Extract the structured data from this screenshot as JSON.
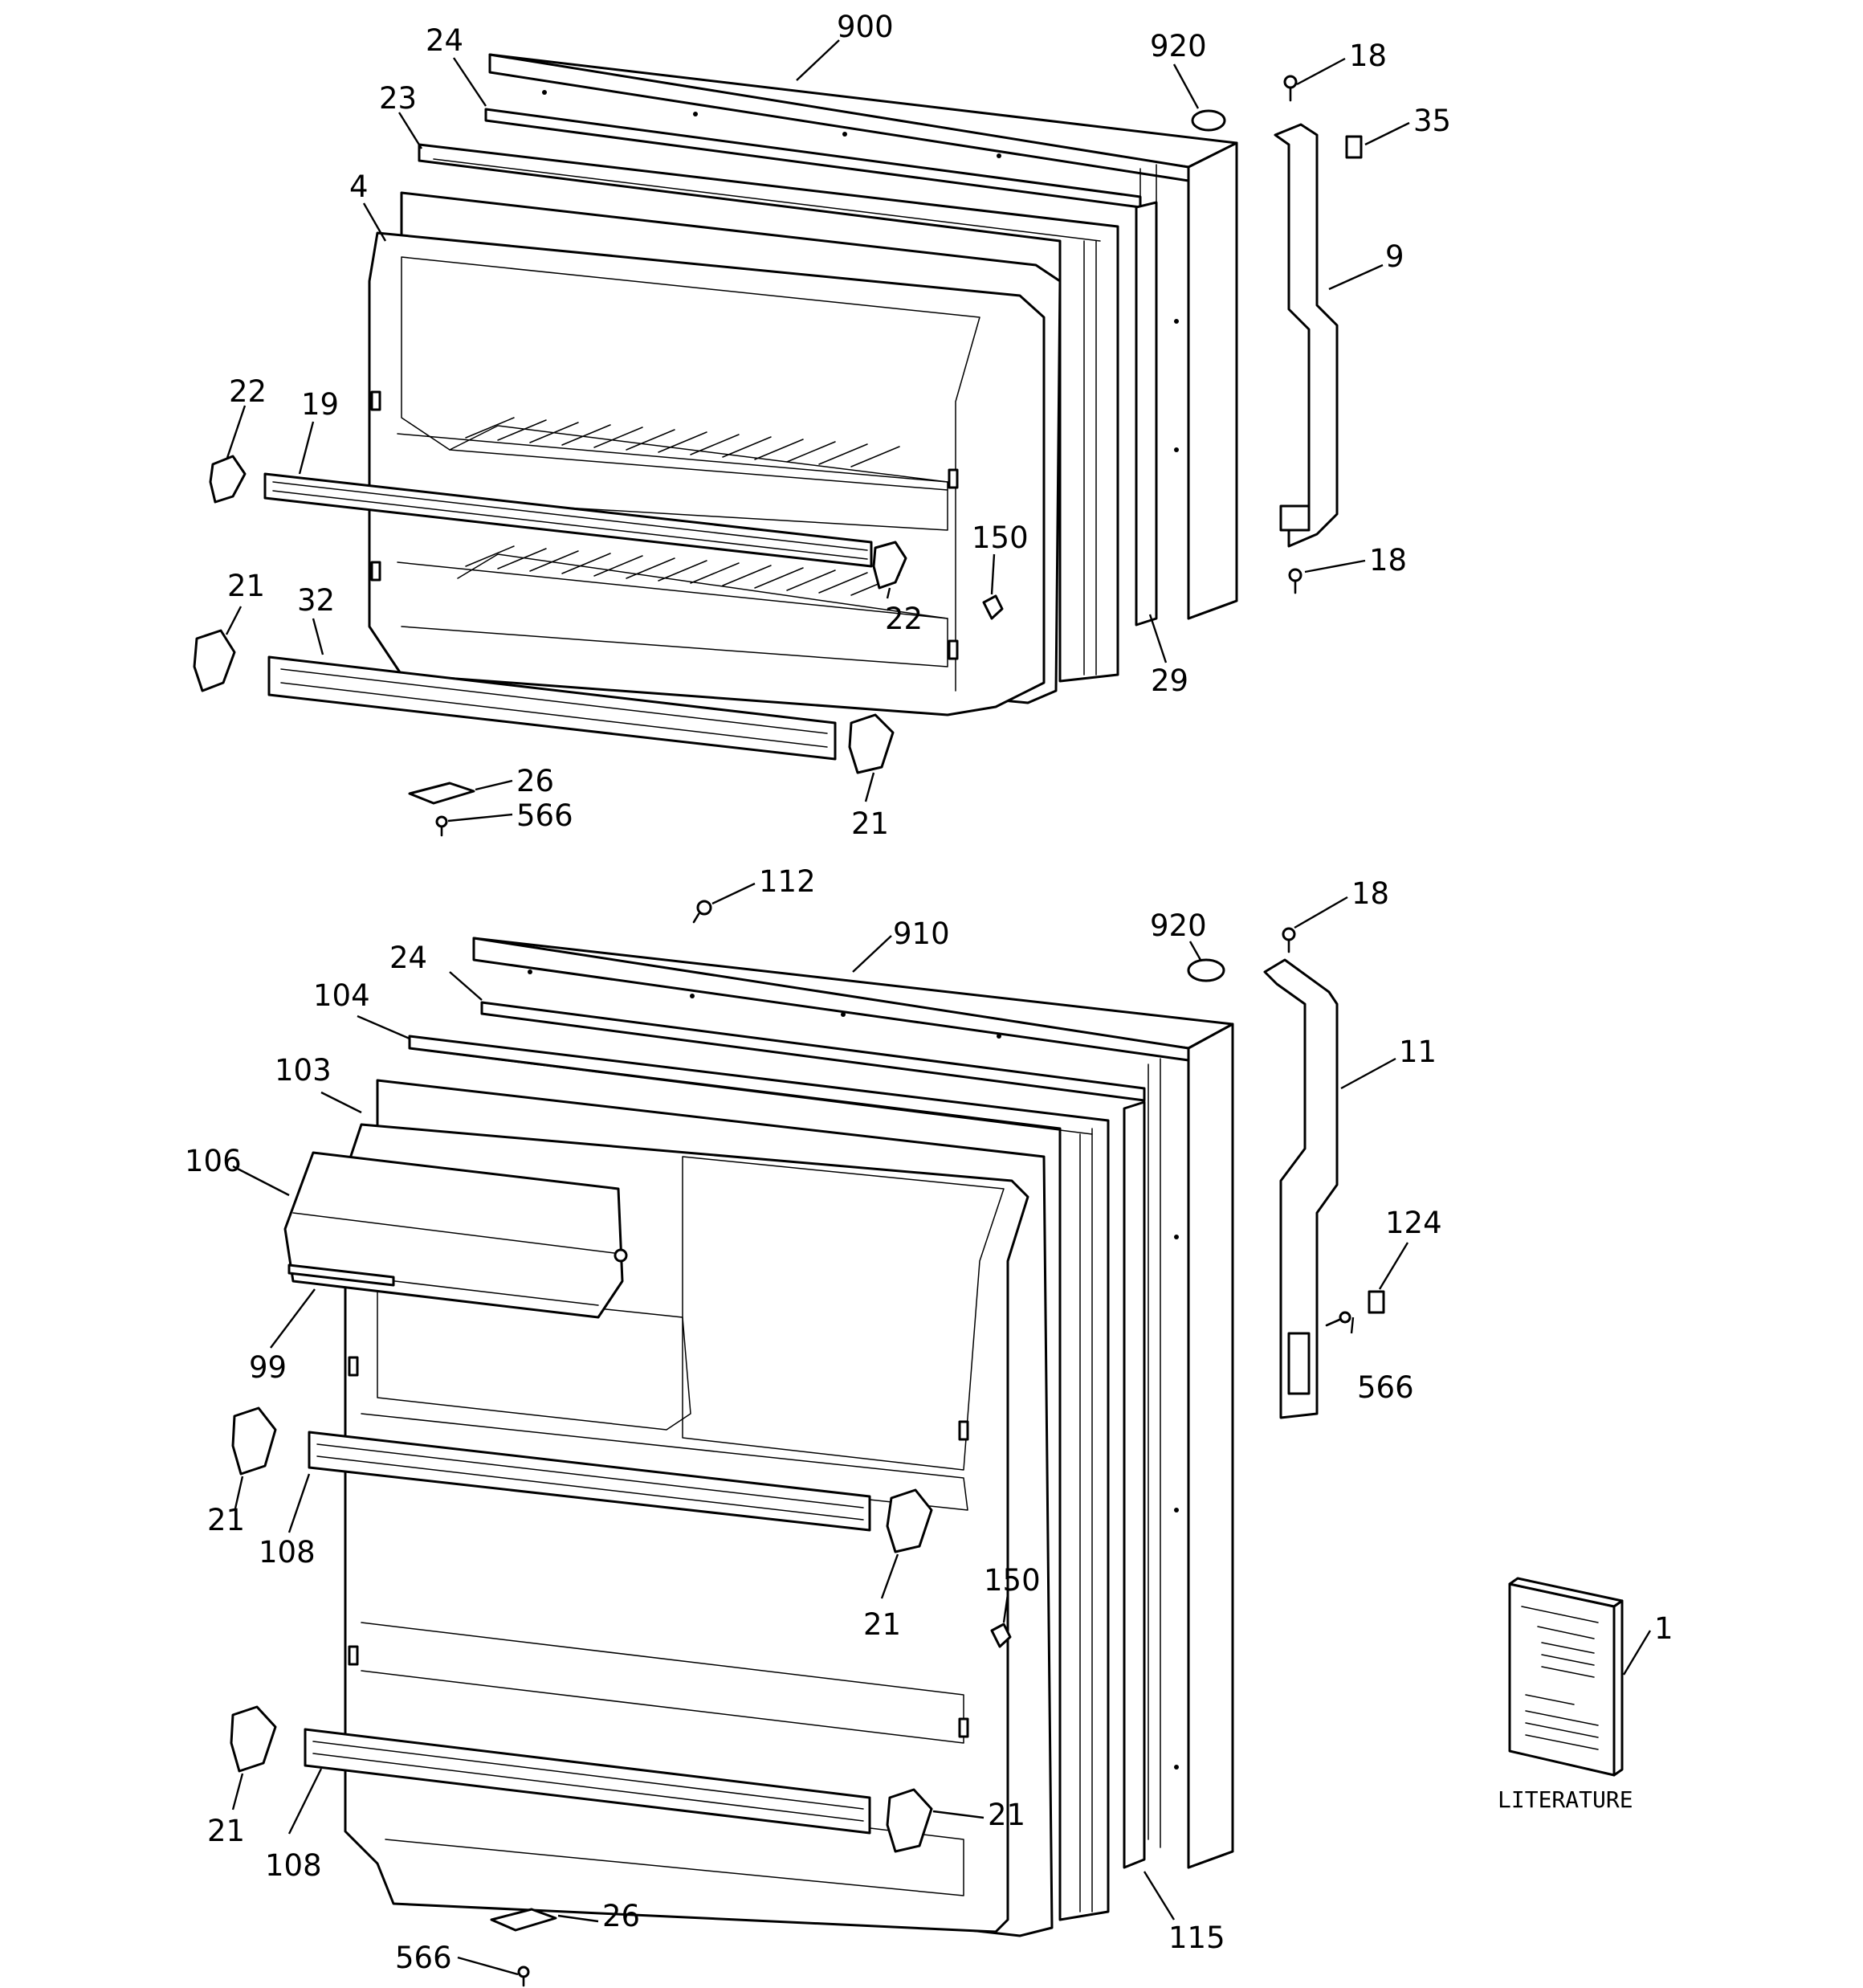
{
  "diagram": {
    "sections": [
      {
        "name": "freezer-door",
        "callouts": [
          "900",
          "920",
          "18",
          "35",
          "24",
          "23",
          "4",
          "9",
          "22",
          "19",
          "150",
          "22",
          "18",
          "21",
          "32",
          "29",
          "26",
          "566",
          "21"
        ]
      },
      {
        "name": "fresh-food-door",
        "callouts": [
          "112",
          "18",
          "910",
          "920",
          "24",
          "104",
          "11",
          "103",
          "106",
          "124",
          "99",
          "566",
          "21",
          "108",
          "150",
          "21",
          "1",
          "21",
          "108",
          "21",
          "115",
          "26",
          "566"
        ]
      }
    ],
    "literature_label": "LITERATURE"
  }
}
